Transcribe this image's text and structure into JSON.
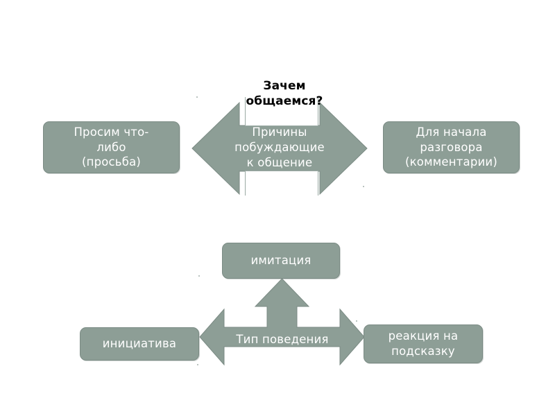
{
  "slide": {
    "background_color": "#ffffff",
    "shape_fill": "#8d9e96",
    "shape_stroke": "#7b8b84",
    "shape_text_color": "#ffffff",
    "heading_text_color": "#000000"
  },
  "top_section": {
    "heading": "Зачем\nобщаемся?",
    "heading_line1": "Зачем",
    "heading_line2": "общаемся?",
    "center_arrow": {
      "icon": "double-headed-horizontal-arrow-icon",
      "label_line1": "Причины",
      "label_line2": "побуждающие",
      "label_line3": "к общение",
      "label": "Причины побуждающие к общение"
    },
    "left_box": {
      "line1": "Просим что-",
      "line2": "либо",
      "line3": "(просьба)",
      "text": "Просим что-либо (просьба)"
    },
    "right_box": {
      "line1": "Для начала",
      "line2": "разговора",
      "line3": "(комментарии)",
      "text": "Для начала разговора (комментарии)"
    }
  },
  "bottom_section": {
    "center_arrow": {
      "icon": "three-way-arrow-icon",
      "label": "Тип поведения"
    },
    "top_box": {
      "text": "имитация"
    },
    "left_box": {
      "text": "инициатива"
    },
    "right_box": {
      "line1": "реакция на",
      "line2": "подсказку",
      "text": "реакция на подсказку"
    }
  }
}
